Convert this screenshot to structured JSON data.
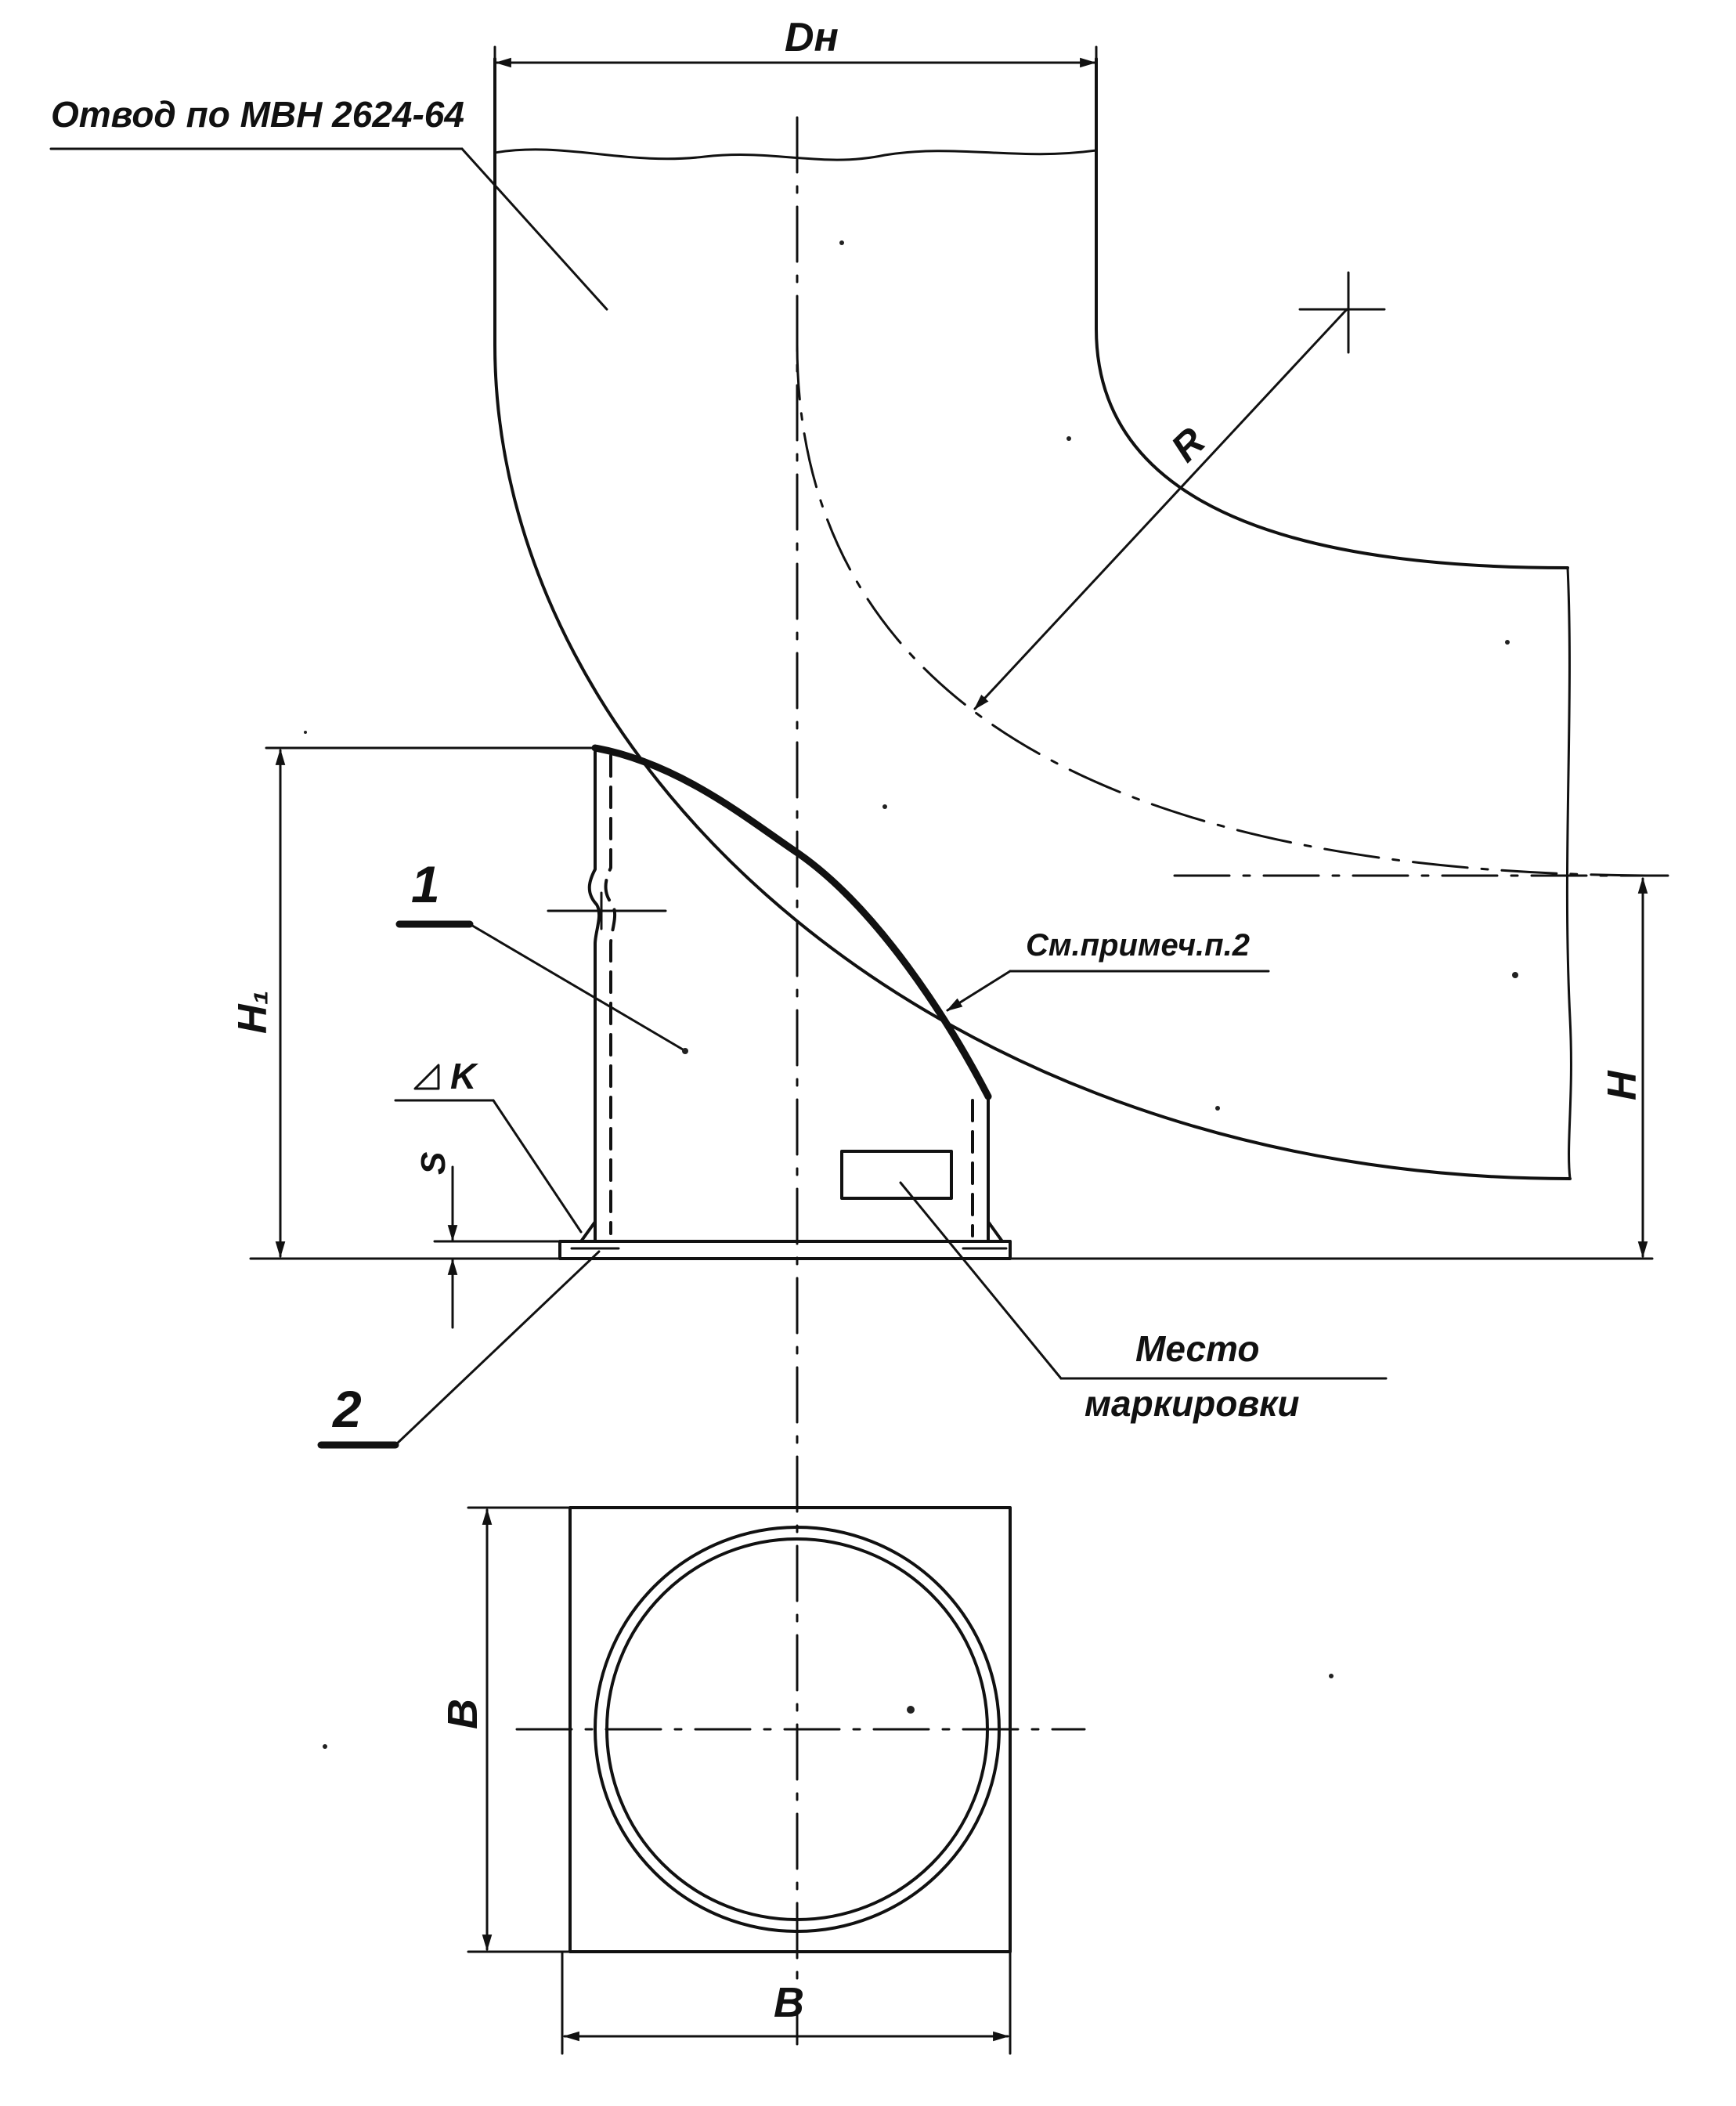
{
  "labels": {
    "elbow_ref": "Отвод по МВН 2624-64",
    "dn": "Dн",
    "radius": "R",
    "part1": "1",
    "part2": "2",
    "h1": "H₁",
    "h": "H",
    "weld": "K",
    "s": "S",
    "note": "См.примеч.п.2",
    "marking_line1": "Место",
    "marking_line2": "маркировки",
    "b_vertical": "B",
    "b_horizontal": "B"
  }
}
